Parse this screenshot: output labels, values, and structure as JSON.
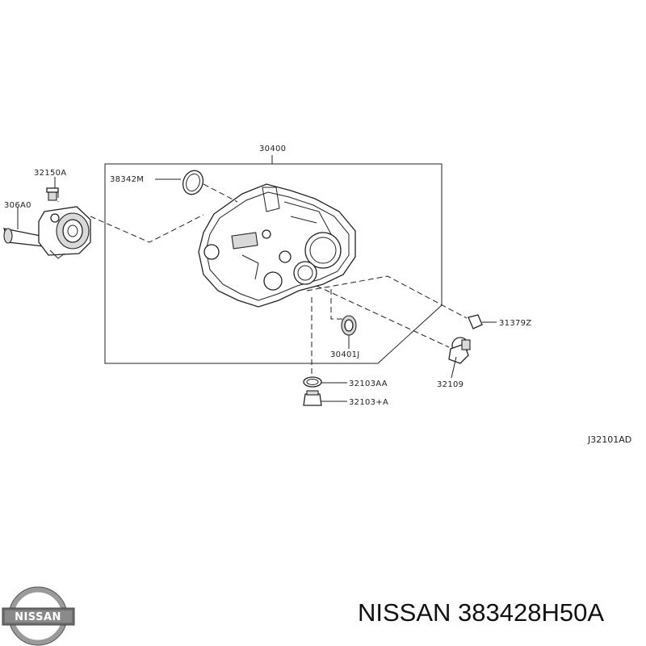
{
  "diagram": {
    "callouts": {
      "c30400": "30400",
      "c38342M": "38342M",
      "c32150A": "32150A",
      "c306A0": "306A0",
      "c31379Z": "31379Z",
      "c30401J": "30401J",
      "c32109": "32109",
      "c32103AA": "32103AA",
      "c32103A": "32103+A"
    },
    "drawing_code": "J32101AD"
  },
  "brand": {
    "logo_text": "NISSAN",
    "logo_icon": "nissan-logo-icon"
  },
  "caption": "NISSAN 383428H50A"
}
